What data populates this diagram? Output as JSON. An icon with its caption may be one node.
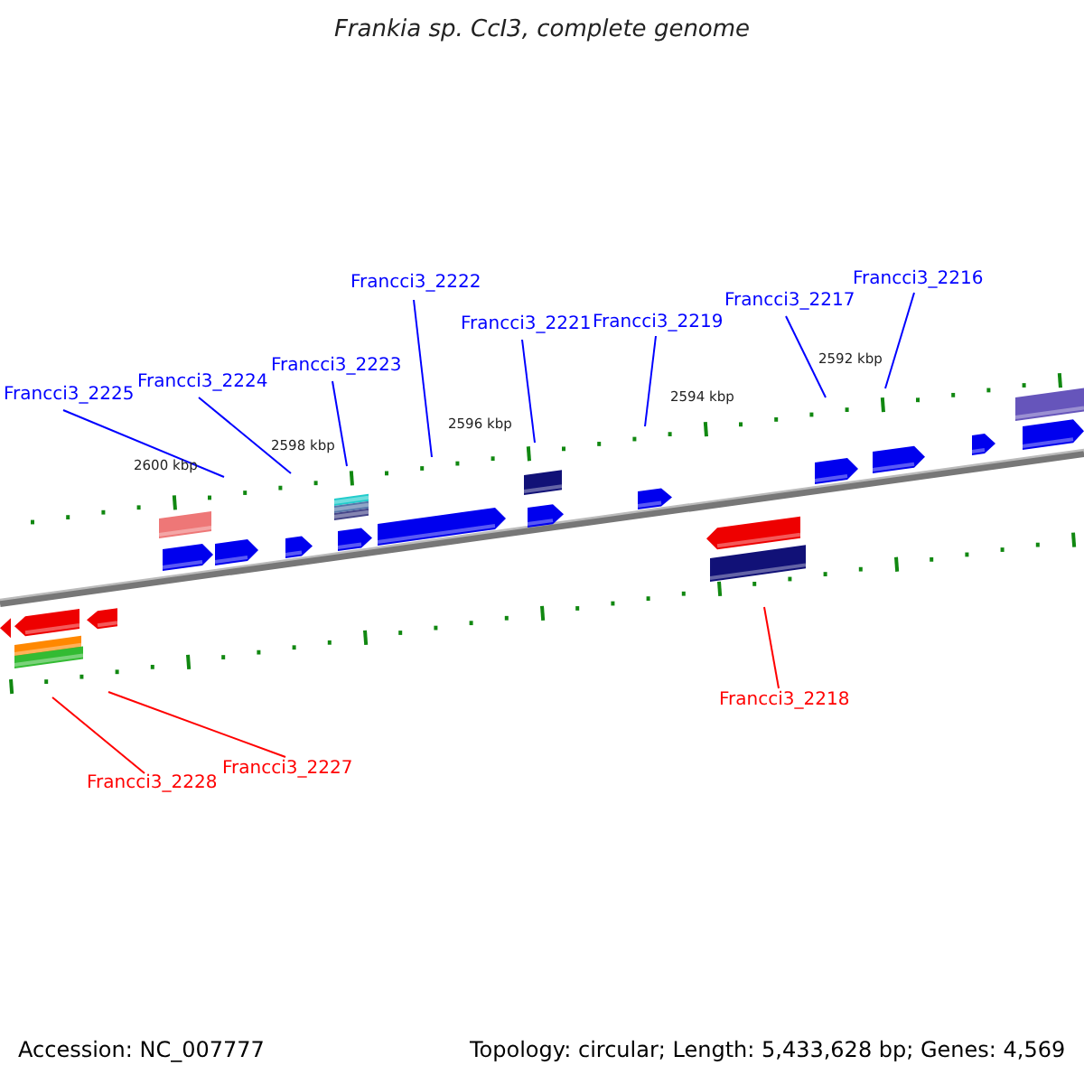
{
  "diagram": {
    "title": "Frankia sp. CcI3, complete genome",
    "nodes": [
      {
        "text": [
          "Francci3_2225"
        ]
      },
      {
        "text": [
          "Francci3_2224"
        ]
      },
      {
        "text": [
          "Francci3_2223"
        ]
      },
      {
        "text": [
          "Francci3_2222"
        ]
      },
      {
        "text": [
          "Francci3_2221"
        ]
      },
      {
        "text": [
          "Francci3_2219"
        ]
      },
      {
        "text": [
          "Francci3_2217"
        ]
      },
      {
        "text": [
          "Francci3_2216"
        ]
      },
      {
        "text": [
          "Francci3_2218"
        ]
      },
      {
        "text": [
          "Francci3_2227"
        ]
      },
      {
        "text": [
          "Francci3_2228"
        ]
      }
    ],
    "edges": [
      {
        "from": 0,
        "to": null,
        "arrow": "none"
      },
      {
        "from": 1,
        "to": null,
        "arrow": "none"
      },
      {
        "from": 2,
        "to": null,
        "arrow": "none"
      },
      {
        "from": 3,
        "to": null,
        "arrow": "none"
      },
      {
        "from": 4,
        "to": null,
        "arrow": "none"
      },
      {
        "from": 5,
        "to": null,
        "arrow": "none"
      },
      {
        "from": 6,
        "to": null,
        "arrow": "none"
      },
      {
        "from": 7,
        "to": null,
        "arrow": "none"
      },
      {
        "from": 8,
        "to": null,
        "arrow": "none",
        "color": "#ff0000"
      },
      {
        "from": 9,
        "to": null,
        "arrow": "none",
        "color": "#ff0000"
      },
      {
        "from": 10,
        "to": null,
        "arrow": "none",
        "color": "#ff0000"
      }
    ],
    "labels": [
      "2600 kbp",
      "2598 kbp",
      "2596 kbp",
      "2594 kbp",
      "2592 kbp",
      "Accession: NC_007777",
      "Topology: circular; Length: 5,433,628 bp; Genes: 4,569"
    ]
  }
}
